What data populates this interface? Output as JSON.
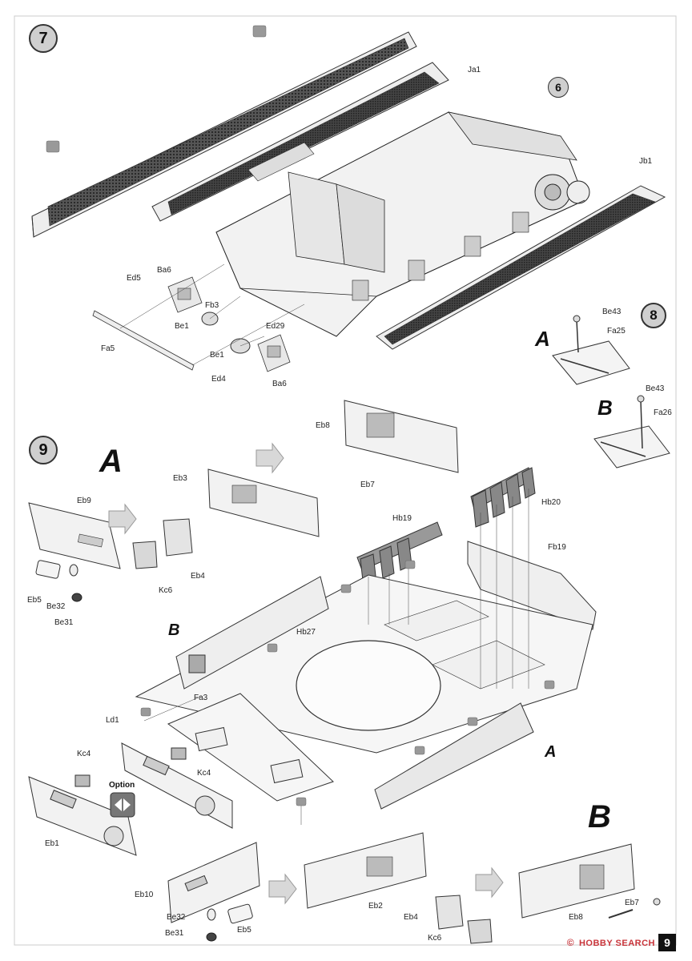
{
  "steps": {
    "step7": "7",
    "step6": "6",
    "step8": "8",
    "step9": "9"
  },
  "variants": {
    "a_big": "A",
    "a_small": "A",
    "b_small": "B",
    "b_big": "B",
    "a_step9": "A",
    "b_step9": "B",
    "a_right": "A"
  },
  "option": "Option",
  "parts": {
    "ja1": "Ja1",
    "jb1": "Jb1",
    "ed5": "Ed5",
    "ba6_top": "Ba6",
    "fb3": "Fb3",
    "be1_top": "Be1",
    "ed29": "Ed29",
    "fa5": "Fa5",
    "be1_low": "Be1",
    "ed4": "Ed4",
    "ba6_low": "Ba6",
    "be43_a": "Be43",
    "fa25": "Fa25",
    "be43_b": "Be43",
    "fa26": "Fa26",
    "eb8_top": "Eb8",
    "eb7_top": "Eb7",
    "eb3": "Eb3",
    "eb9": "Eb9",
    "eb4_top": "Eb4",
    "kc6_top": "Kc6",
    "eb5_top": "Eb5",
    "be32_top": "Be32",
    "be31_top": "Be31",
    "hb20": "Hb20",
    "hb19": "Hb19",
    "fb19": "Fb19",
    "hb27": "Hb27",
    "fa3": "Fa3",
    "ld1": "Ld1",
    "kc4_a": "Kc4",
    "kc4_b": "Kc4",
    "eb1": "Eb1",
    "eb10": "Eb10",
    "be32_low": "Be32",
    "be31_low": "Be31",
    "eb5_low": "Eb5",
    "eb2": "Eb2",
    "eb4_low": "Eb4",
    "kc6_low": "Kc6",
    "eb7_low": "Eb7",
    "eb8_low": "Eb8"
  },
  "watermark": "HOBBY SEARCH",
  "watermark_prefix": "© ",
  "page_number": "9"
}
